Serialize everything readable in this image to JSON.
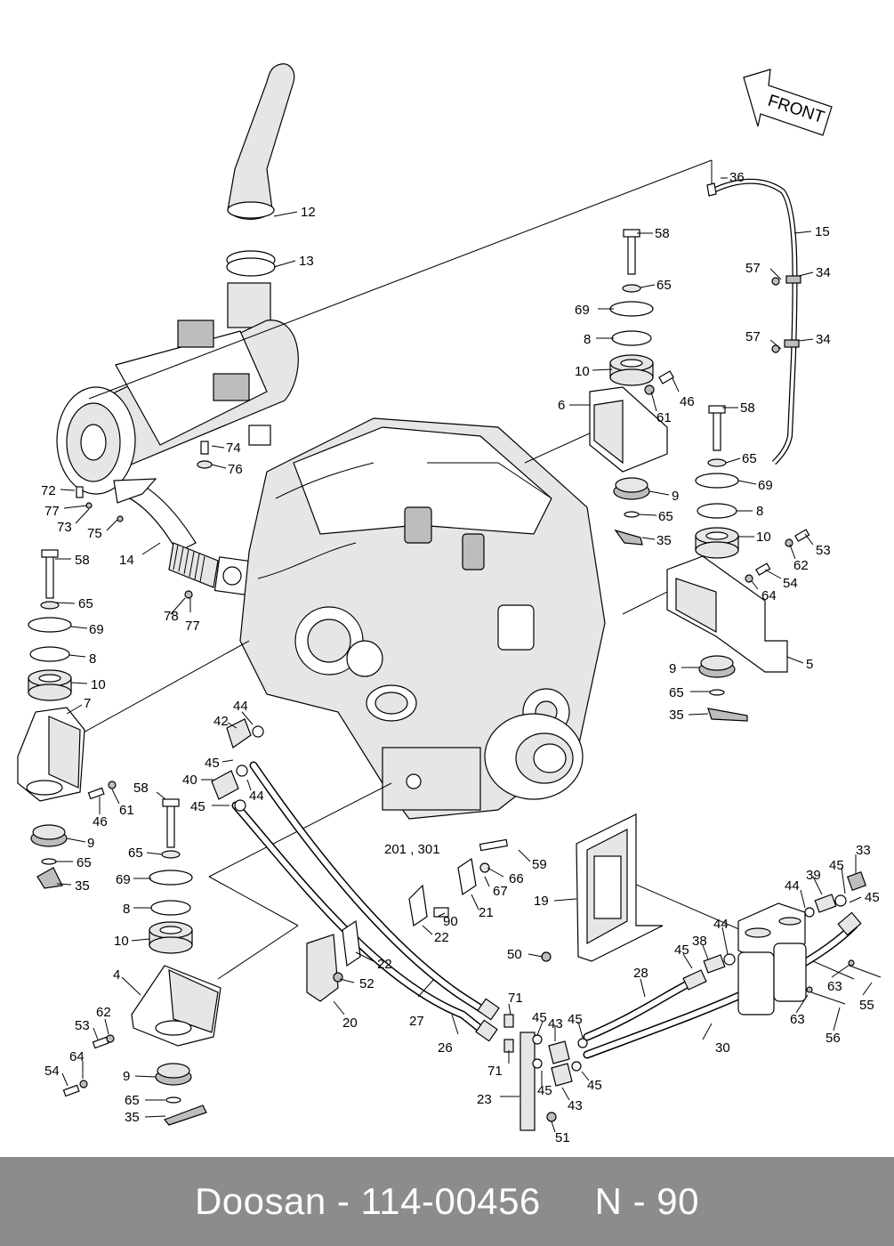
{
  "footer": {
    "brand": "Doosan",
    "part_number": "114-00456",
    "page": "N - 90",
    "text": "Doosan - 114-00456     N - 90"
  },
  "front_label": "FRONT",
  "engine_label": "201 , 301",
  "callouts": {
    "c12": "12",
    "c13": "13",
    "c14": "14",
    "c36": "36",
    "c15": "15",
    "c57a": "57",
    "c34a": "34",
    "c57b": "57",
    "c34b": "34",
    "c58a": "58",
    "c65a": "65",
    "c69a": "69",
    "c8a": "8",
    "c10a": "10",
    "c46a": "46",
    "c6": "6",
    "c61a": "61",
    "c9a": "9",
    "c65b": "65",
    "c35a": "35",
    "c58b": "58",
    "c65c": "65",
    "c69b": "69",
    "c8b": "8",
    "c10b": "10",
    "c53a": "53",
    "c62a": "62",
    "c54a": "54",
    "c64a": "64",
    "c5": "5",
    "c9b": "9",
    "c65d": "65",
    "c35b": "35",
    "c74": "74",
    "c76": "76",
    "c72": "72",
    "c77a": "77",
    "c73": "73",
    "c75": "75",
    "c78": "78",
    "c77b": "77",
    "c58c": "58",
    "c65e": "65",
    "c69c": "69",
    "c8c": "8",
    "c10c": "10",
    "c7": "7",
    "c46b": "46",
    "c61b": "61",
    "c9c": "9",
    "c65f": "65",
    "c35c": "35",
    "c44a": "44",
    "c42": "42",
    "c45a": "45",
    "c40": "40",
    "c44b": "44",
    "c45b": "45",
    "c58d": "58",
    "c65g": "65",
    "c69d": "69",
    "c8d": "8",
    "c10d": "10",
    "c4": "4",
    "c62b": "62",
    "c53b": "53",
    "c64b": "64",
    "c54b": "54",
    "c9d": "9",
    "c65h": "65",
    "c35d": "35",
    "c59": "59",
    "c66": "66",
    "c67": "67",
    "c21": "21",
    "c90": "90",
    "c22a": "22",
    "c22b": "22",
    "c52": "52",
    "c20": "20",
    "c27": "27",
    "c26": "26",
    "c19": "19",
    "c50": "50",
    "c71a": "71",
    "c71b": "71",
    "c45c": "45",
    "c43a": "43",
    "c45d": "45",
    "c45e": "45",
    "c45f": "45",
    "c43b": "43",
    "c23": "23",
    "c51": "51",
    "c28": "28",
    "c30": "30",
    "c45g": "45",
    "c38": "38",
    "c44c": "44",
    "c44d": "44",
    "c39": "39",
    "c45h": "45",
    "c33": "33",
    "c45i": "45",
    "c63a": "63",
    "c55": "55",
    "c63b": "63",
    "c56": "56"
  }
}
